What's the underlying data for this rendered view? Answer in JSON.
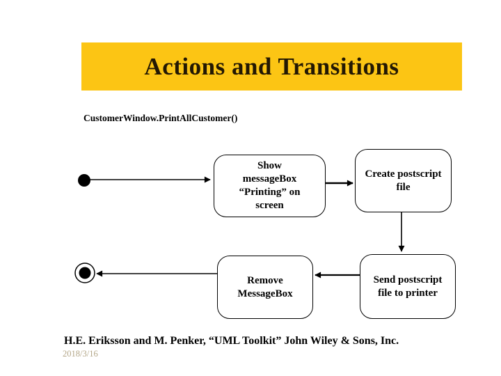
{
  "slide": {
    "title": "Actions and Transitions",
    "method_call": "CustomerWindow.PrintAllCustomer()",
    "citation": "H.E. Eriksson and M. Penker, “UML Toolkit” John Wiley & Sons, Inc.",
    "date": "2018/3/16"
  },
  "colors": {
    "background": "#ffffff",
    "title_bar_bg": "#fcc514",
    "title_text": "#231803",
    "date_text": "#b3a687",
    "diagram_ink": "#000000"
  },
  "diagram": {
    "type": "uml-activity-diagram",
    "nodes": {
      "initial": "initial-state",
      "show": "Show\nmessageBox\n“Printing” on\nscreen",
      "create": "Create postscript\nfile",
      "send": "Send postscript\nfile to printer",
      "remove": "Remove\nMessageBox",
      "final": "final-state"
    },
    "edges": [
      {
        "from": "initial-state",
        "to": "show-messagebox"
      },
      {
        "from": "show-messagebox",
        "to": "create-postscript-file"
      },
      {
        "from": "create-postscript-file",
        "to": "send-postscript-file"
      },
      {
        "from": "send-postscript-file",
        "to": "remove-messagebox"
      },
      {
        "from": "remove-messagebox",
        "to": "final-state"
      }
    ]
  }
}
